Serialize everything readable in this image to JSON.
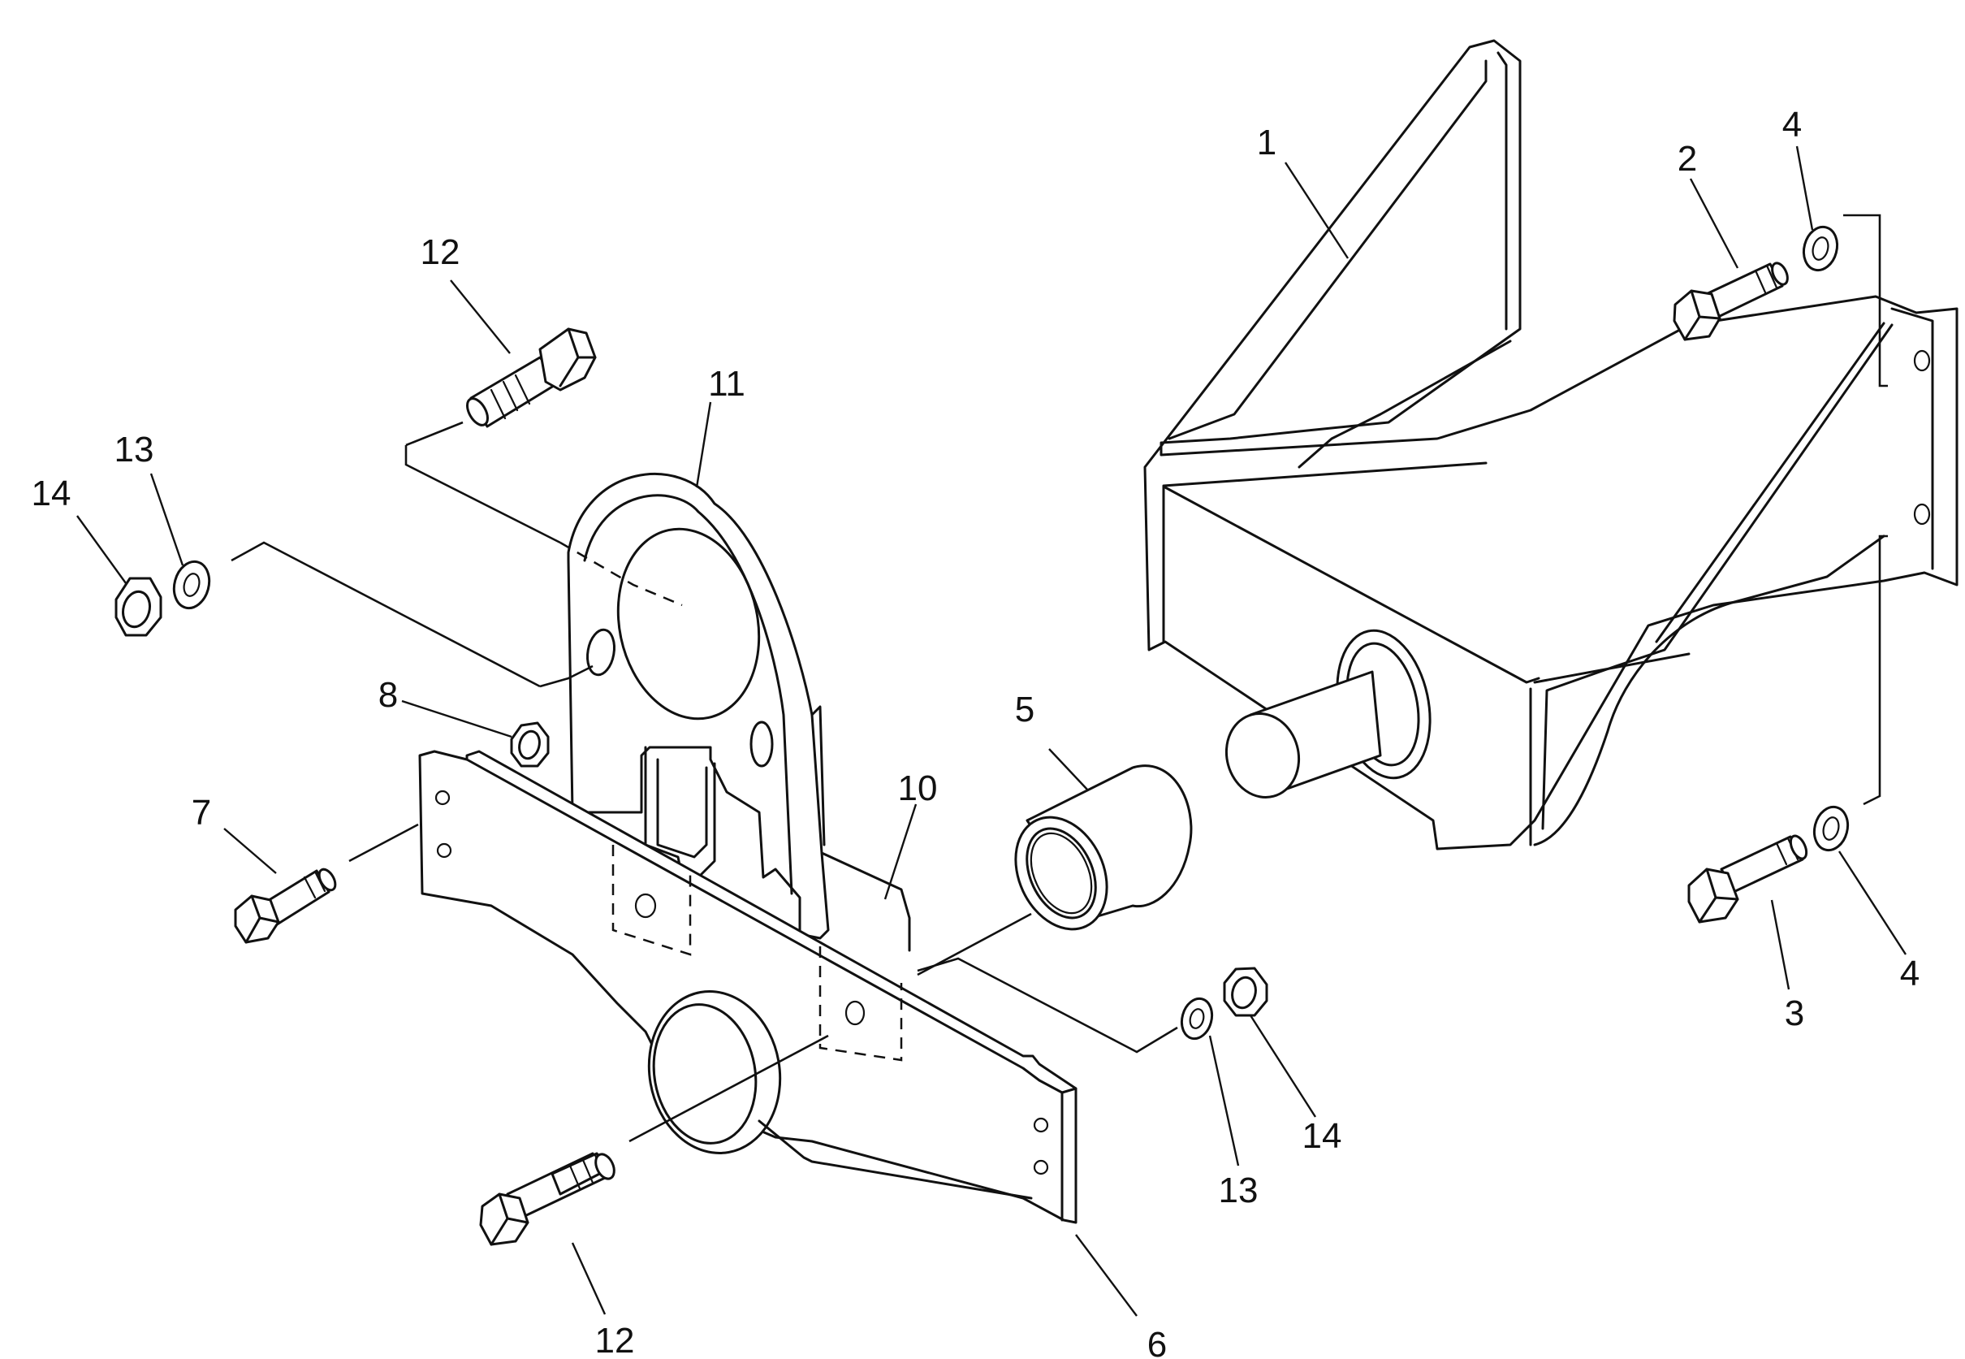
{
  "diagram": {
    "callouts": [
      {
        "id": "c1",
        "text": "1"
      },
      {
        "id": "c2",
        "text": "2"
      },
      {
        "id": "c3",
        "text": "3"
      },
      {
        "id": "c4a",
        "text": "4"
      },
      {
        "id": "c4b",
        "text": "4"
      },
      {
        "id": "c5",
        "text": "5"
      },
      {
        "id": "c6",
        "text": "6"
      },
      {
        "id": "c7",
        "text": "7"
      },
      {
        "id": "c8",
        "text": "8"
      },
      {
        "id": "c10",
        "text": "10"
      },
      {
        "id": "c11",
        "text": "11"
      },
      {
        "id": "c12a",
        "text": "12"
      },
      {
        "id": "c12b",
        "text": "12"
      },
      {
        "id": "c13a",
        "text": "13"
      },
      {
        "id": "c13b",
        "text": "13"
      },
      {
        "id": "c14a",
        "text": "14"
      },
      {
        "id": "c14b",
        "text": "14"
      }
    ]
  }
}
